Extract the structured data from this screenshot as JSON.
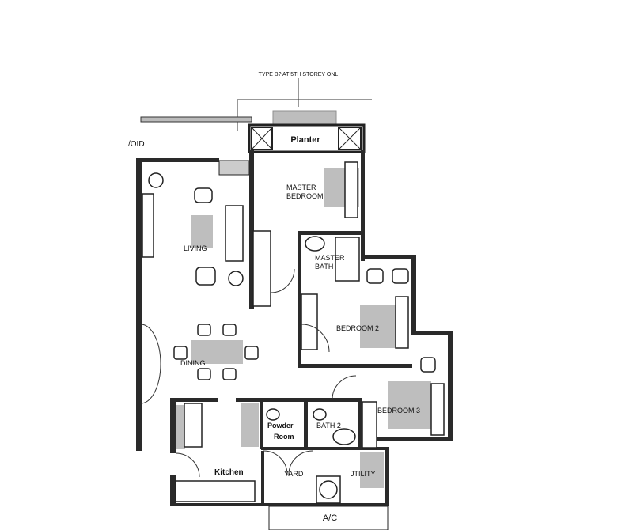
{
  "title": "TYPE B? AT 5TH STOREY ONL",
  "rooms": {
    "void": "/OID",
    "planter": "Planter",
    "master_bedroom_line1": "MASTER",
    "master_bedroom_line2": "BEDROOM",
    "master_bath_line1": "MASTER",
    "master_bath_line2": "BATH",
    "living": "LIVING",
    "bedroom2": "BEDROOM 2",
    "dining": "DINING",
    "bedroom3": "BEDROOM 3",
    "powder_line1": "Powder",
    "powder_line2": "Room",
    "bath2": "BATH 2",
    "kitchen": "Kitchen",
    "yard": "YARD",
    "utility": "JTILITY",
    "ac": "A/C"
  }
}
